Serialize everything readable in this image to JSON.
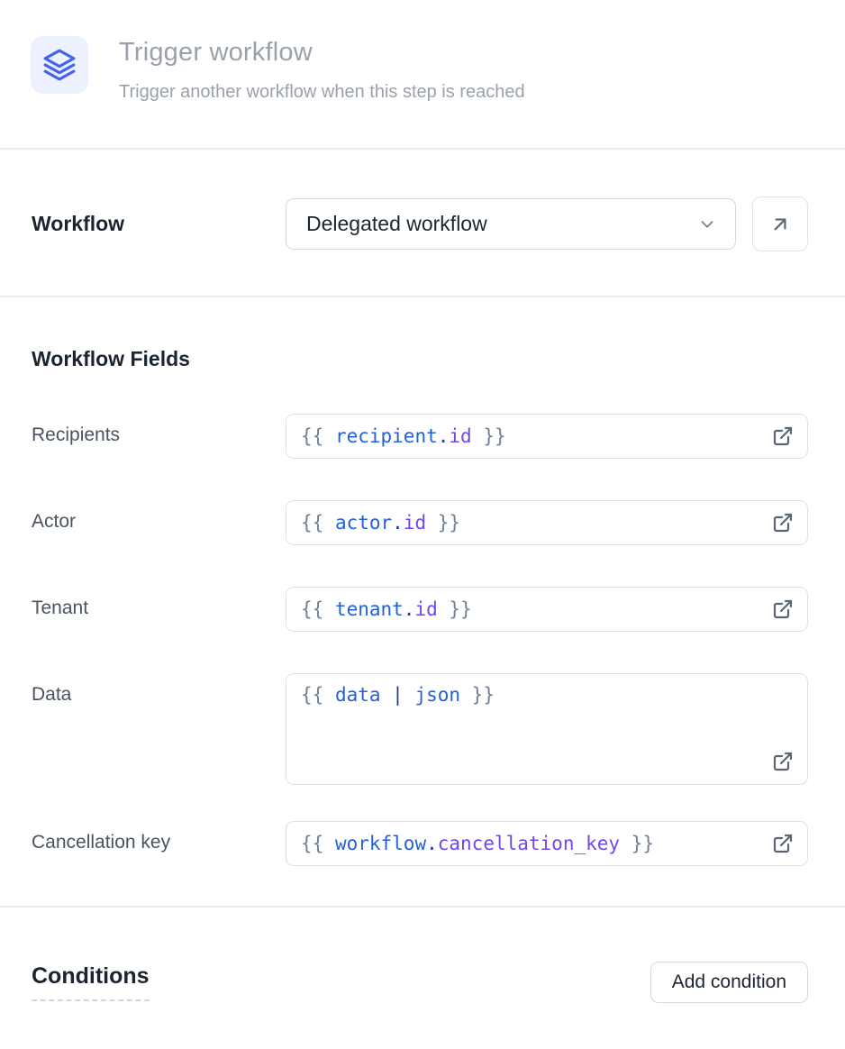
{
  "header": {
    "title": "Trigger workflow",
    "subtitle": "Trigger another workflow when this step is reached",
    "icon": "layers-icon"
  },
  "workflow_row": {
    "label": "Workflow",
    "selected_option": "Delegated workflow"
  },
  "workflow_fields": {
    "heading": "Workflow Fields",
    "rows": [
      {
        "label": "Recipients",
        "code": [
          {
            "type": "punct",
            "text": "{{ "
          },
          {
            "type": "var",
            "text": "recipient"
          },
          {
            "type": "op",
            "text": "."
          },
          {
            "type": "prop",
            "text": "id"
          },
          {
            "type": "punct",
            "text": " }}"
          }
        ]
      },
      {
        "label": "Actor",
        "code": [
          {
            "type": "punct",
            "text": "{{ "
          },
          {
            "type": "var",
            "text": "actor"
          },
          {
            "type": "op",
            "text": "."
          },
          {
            "type": "prop",
            "text": "id"
          },
          {
            "type": "punct",
            "text": " }}"
          }
        ]
      },
      {
        "label": "Tenant",
        "code": [
          {
            "type": "punct",
            "text": "{{ "
          },
          {
            "type": "var",
            "text": "tenant"
          },
          {
            "type": "op",
            "text": "."
          },
          {
            "type": "prop",
            "text": "id"
          },
          {
            "type": "punct",
            "text": " }}"
          }
        ]
      },
      {
        "label": "Data",
        "code": [
          {
            "type": "punct",
            "text": "{{ "
          },
          {
            "type": "var",
            "text": "data"
          },
          {
            "type": "op",
            "text": " | "
          },
          {
            "type": "var",
            "text": "json"
          },
          {
            "type": "punct",
            "text": " }}"
          }
        ]
      },
      {
        "label": "Cancellation key",
        "code": [
          {
            "type": "punct",
            "text": "{{ "
          },
          {
            "type": "var",
            "text": "workflow"
          },
          {
            "type": "op",
            "text": "."
          },
          {
            "type": "prop",
            "text": "cancellation_key"
          },
          {
            "type": "punct",
            "text": " }}"
          }
        ]
      }
    ]
  },
  "conditions": {
    "heading": "Conditions",
    "add_button_label": "Add condition"
  },
  "colors": {
    "accent_blue": "#4263eb",
    "icon_bg": "#edf1fd",
    "code_punct": "#718096",
    "code_var": "#2361d8",
    "code_op": "#25398f",
    "code_prop": "#7048e8",
    "muted_text": "#9aa1ad",
    "border": "#dde0e5"
  }
}
